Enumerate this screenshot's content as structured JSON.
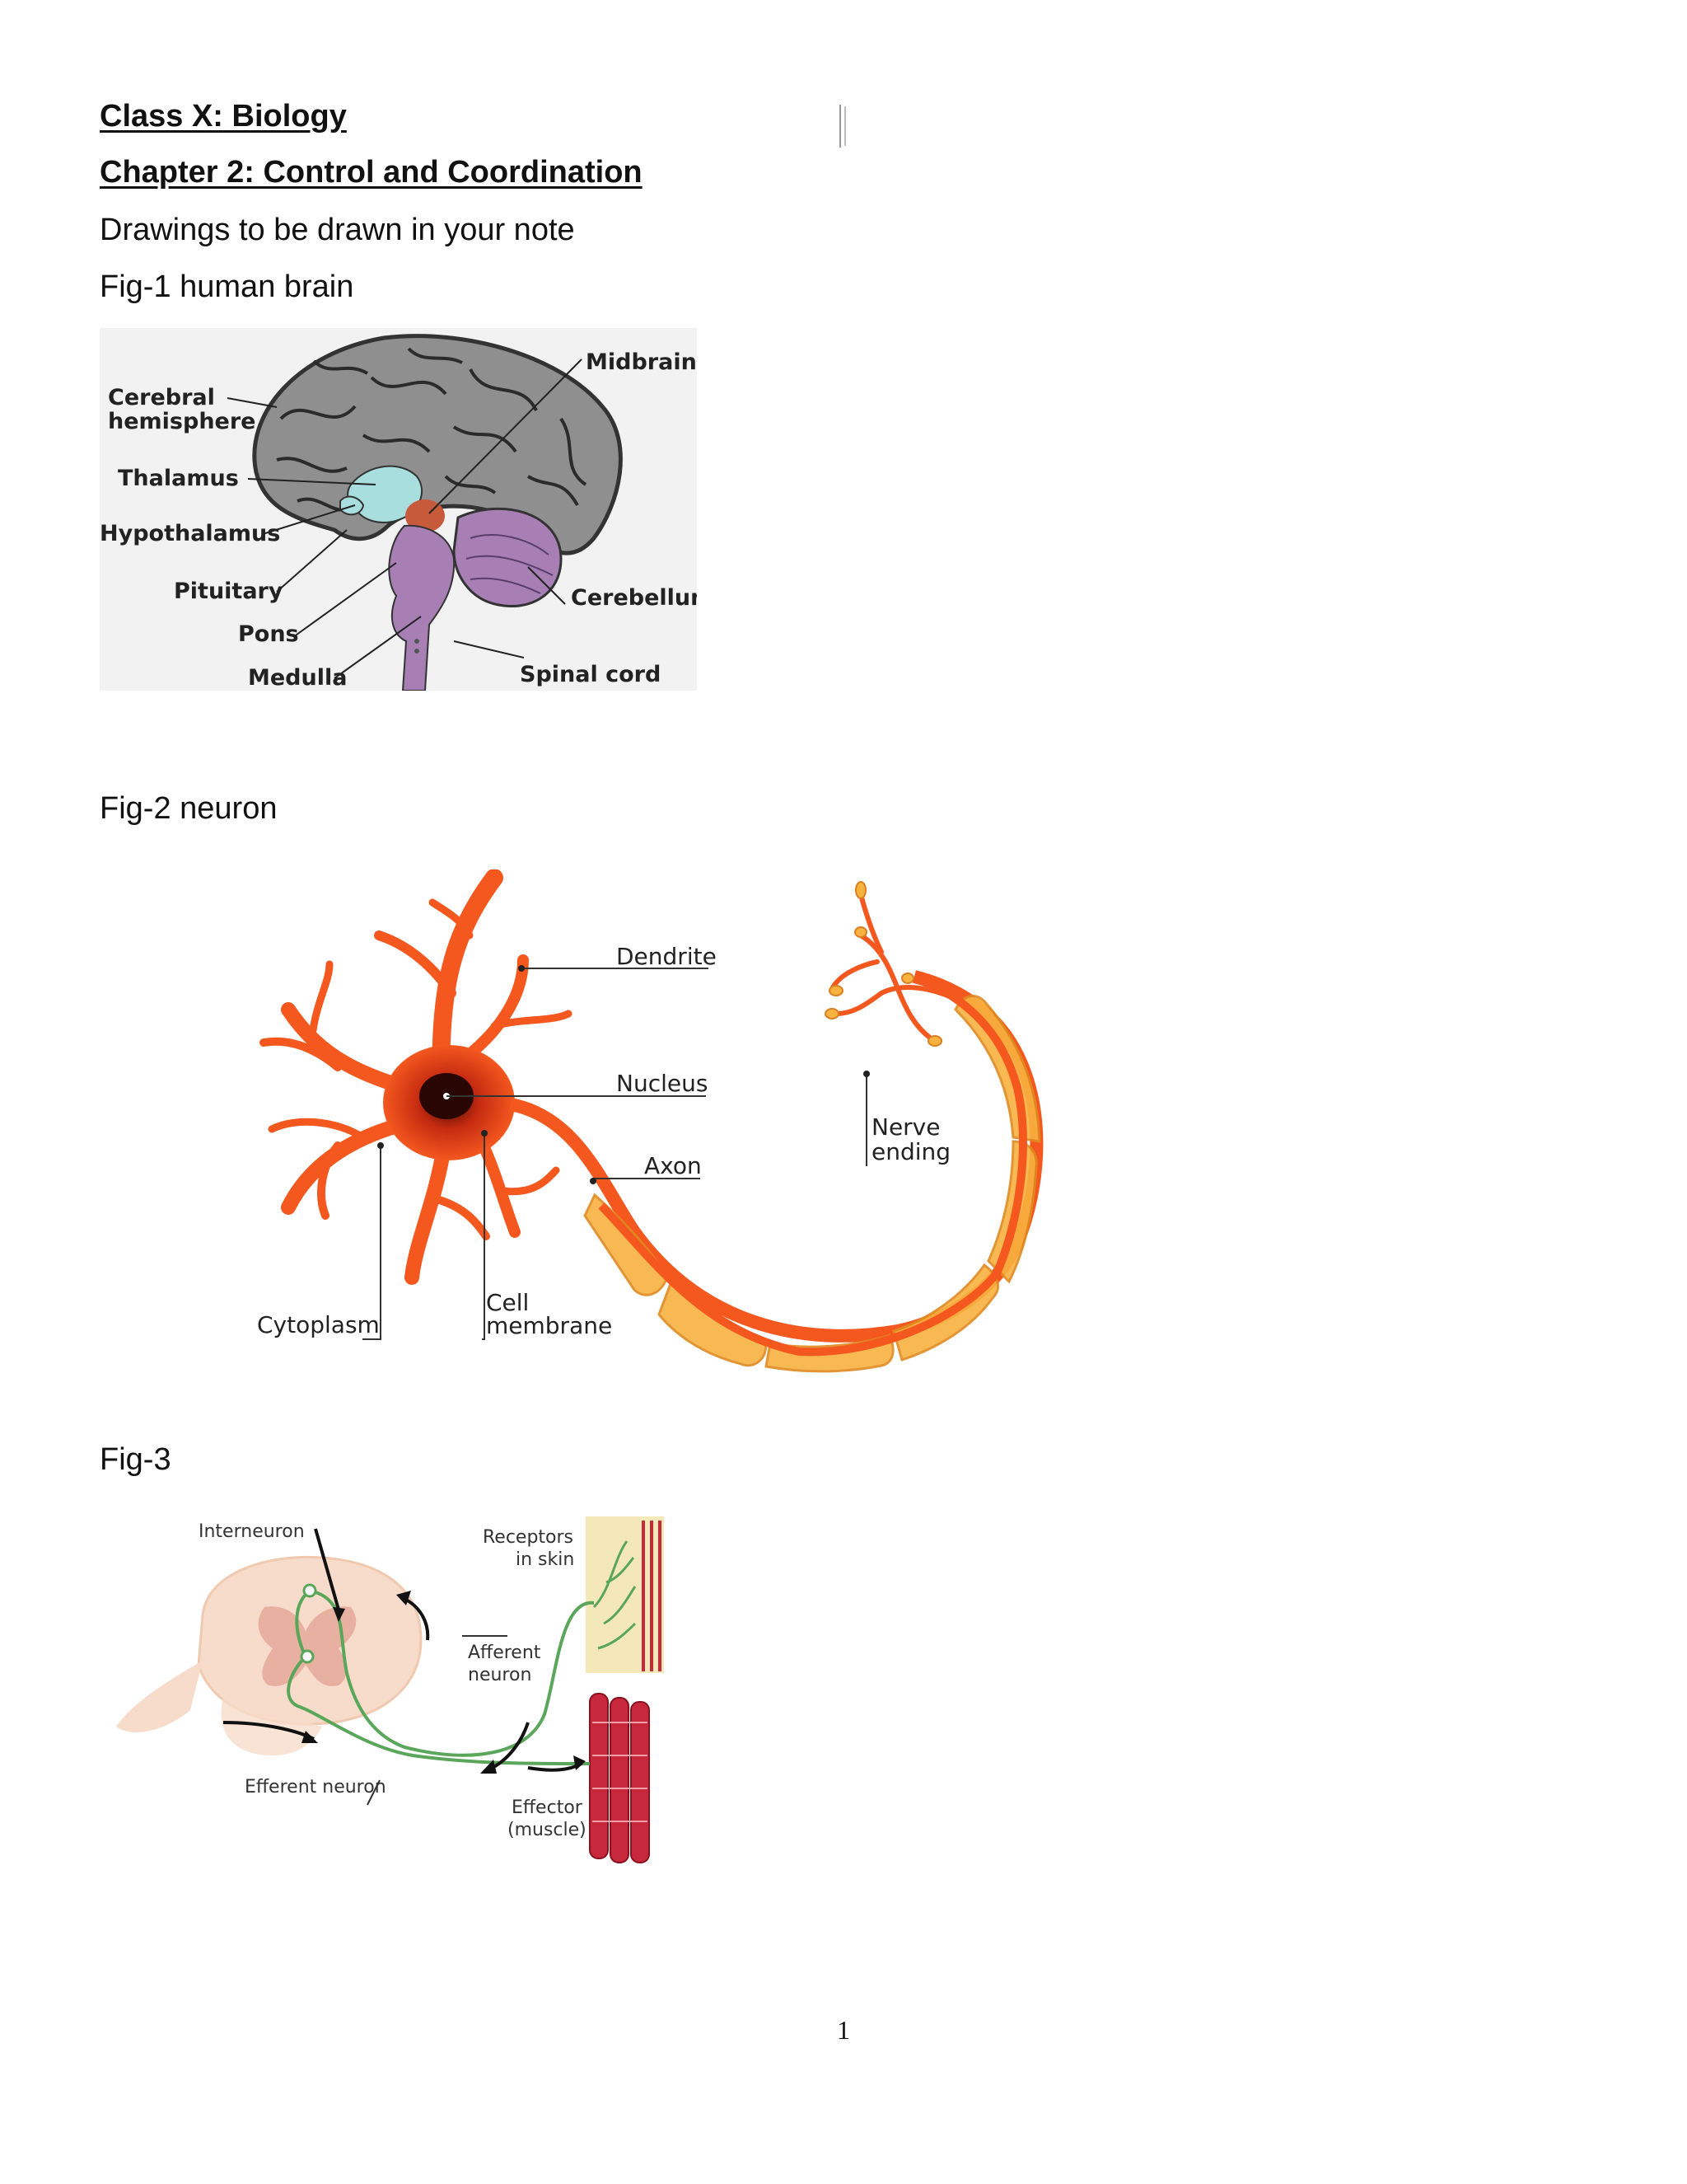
{
  "header": {
    "class_title": "Class X: Biology",
    "chapter_title": "Chapter 2: Control and Coordination",
    "instruction": "Drawings to be drawn in your note"
  },
  "figures": [
    {
      "caption": "Fig-1 human brain",
      "labels": {
        "cerebral_1": "Cerebral",
        "cerebral_2": "hemisphere",
        "thalamus": "Thalamus",
        "hypothalamus": "Hypothalamus",
        "pituitary": "Pituitary",
        "pons": "Pons",
        "medulla": "Medulla",
        "midbrain": "Midbrain",
        "cerebellum": "Cerebellum",
        "spinal_cord": "Spinal cord"
      }
    },
    {
      "caption": "Fig-2 neuron",
      "labels": {
        "dendrite": "Dendrite",
        "nucleus": "Nucleus",
        "axon": "Axon",
        "nerve_1": "Nerve",
        "nerve_2": "ending",
        "cytoplasm": "Cytoplasm",
        "cell_1": "Cell",
        "cell_2": "membrane"
      }
    },
    {
      "caption": "Fig-3",
      "labels": {
        "interneuron": "Interneuron",
        "receptors_1": "Receptors",
        "receptors_2": "in skin",
        "afferent_1": "Afferent",
        "afferent_2": "neuron",
        "efferent": "Efferent neuron",
        "effector_1": "Effector",
        "effector_2": "(muscle)"
      }
    }
  ],
  "footer": {
    "page_number": "1"
  },
  "colors": {
    "brain_gray": "#8a8a8a",
    "thalamus_cyan": "#a8dede",
    "brainstem_purple": "#a77fb4",
    "neuron_orange": "#f4581f",
    "myelin_yellow": "#f8b240",
    "nerve_green": "#5aa65a",
    "muscle_red": "#c8283c"
  }
}
